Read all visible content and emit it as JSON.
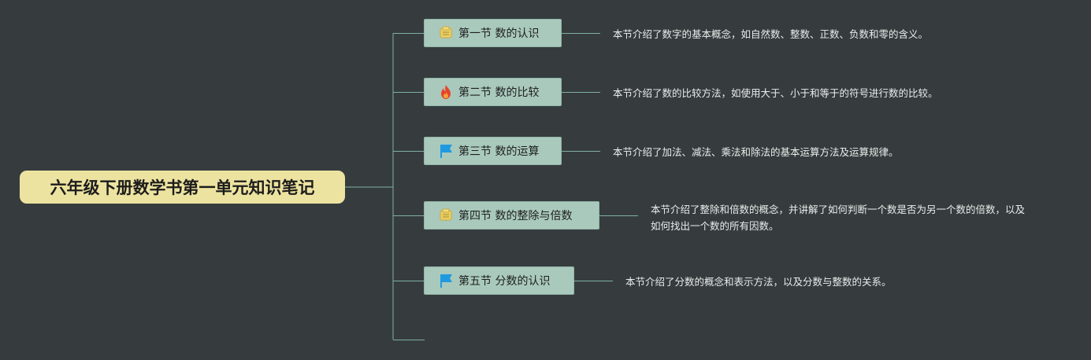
{
  "root": {
    "title": "六年级下册数学书第一单元知识笔记"
  },
  "branches": [
    {
      "label": "第一节 数的认识",
      "icon": "trophy-icon",
      "note": "本节介绍了数字的基本概念，如自然数、整数、正数、负数和零的含义。"
    },
    {
      "label": "第二节 数的比较",
      "icon": "fire-icon",
      "note": "本节介绍了数的比较方法，如使用大于、小于和等于的符号进行数的比较。"
    },
    {
      "label": "第三节 数的运算",
      "icon": "flag-icon",
      "note": "本节介绍了加法、减法、乘法和除法的基本运算方法及运算规律。"
    },
    {
      "label": "第四节 数的整除与倍数",
      "icon": "trophy-icon",
      "note": "本节介绍了整除和倍数的概念，并讲解了如何判断一个数是否为另一个数的倍数，以及如何找出一个数的所有因数。"
    },
    {
      "label": "第五节 分数的认识",
      "icon": "flag-icon",
      "note": "本节介绍了分数的概念和表示方法，以及分数与整数的关系。"
    }
  ],
  "colors": {
    "background": "#363c3e",
    "root_fill": "#ede3a0",
    "topic_fill": "#a9c9bd",
    "connector": "#7fae9f",
    "note_text": "#e9ecea",
    "trophy": "#e8cf6a",
    "fire": "#e8432a",
    "flag": "#1f9ae0"
  }
}
